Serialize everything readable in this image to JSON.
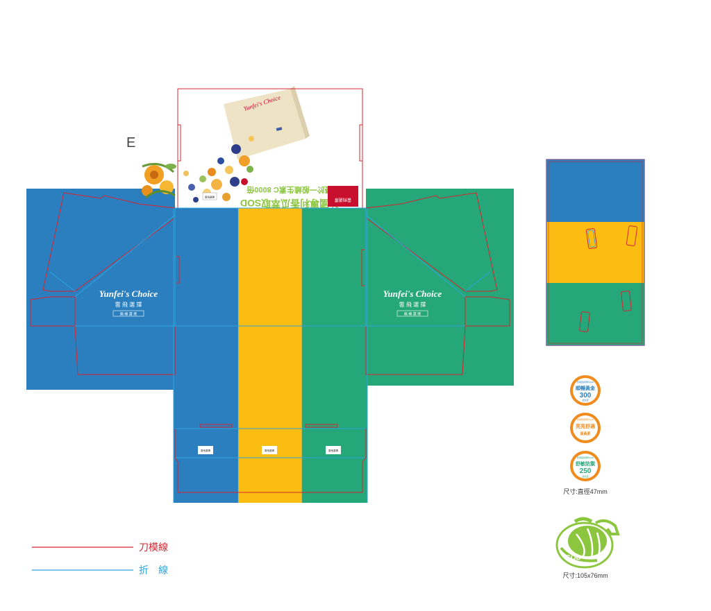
{
  "colors": {
    "blue": "#2c7fbf",
    "yellow": "#fcbd12",
    "green": "#26a77a",
    "cut_line": "#d6252e",
    "fold_line": "#2aa5dc",
    "lime": "#8cc63f",
    "orange": "#f08c1e",
    "red_panel": "#c8102e",
    "outline": "#7a6a9a"
  },
  "corner_letter": "E",
  "brand": {
    "logo_script": "Yunfei's Choice",
    "chinese_name": "雲 飛 選 擇",
    "tagline": "簡 樸 選 擇"
  },
  "top_flap": {
    "headline": "法國專利香瓜萃取SOD",
    "subline": "優於一般維生素C 8000倍",
    "red_label": "雲飛選擇",
    "bag_script": "Yunfei's Choice",
    "white_label": "雲飛選擇"
  },
  "bottom_labels": [
    "雲飛選擇",
    "雲飛選擇",
    "雲飛選擇"
  ],
  "legend": [
    {
      "label": "刀模線",
      "type": "cut"
    },
    {
      "label": "折　線",
      "type": "fold"
    }
  ],
  "badges": [
    {
      "top": "雲飛選擇專利SOD",
      "main": "順暢黃金",
      "num": "300",
      "small": "益生菌"
    },
    {
      "top": "雲飛選擇專利SOD",
      "main": "亮亮舒適",
      "num": "",
      "small": "葉黃素"
    },
    {
      "top": "雲飛選擇專利SOD",
      "main": "舒敏防禦",
      "num": "250",
      "small": "益生菌"
    }
  ],
  "badge_caption": "尺寸:直徑47mm",
  "sod_logo": {
    "text": "SOD"
  },
  "sod_caption": "尺寸:105x76mm"
}
